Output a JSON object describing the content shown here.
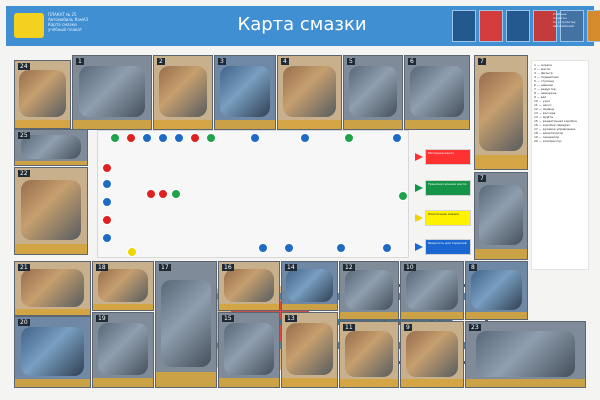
{
  "header": {
    "logo_title": "ПЛАКАТ № 25",
    "logo_lines": [
      "Автомобиль КамАЗ",
      "Карта смазки",
      "учебный плакат"
    ],
    "title": "Карта смазки",
    "side_lines": [
      "Учебные",
      "плакаты",
      "по устройству",
      "автомобилей"
    ]
  },
  "cells": [
    {
      "label": "1"
    },
    {
      "label": "2"
    },
    {
      "label": "3"
    },
    {
      "label": "4"
    },
    {
      "label": "5"
    },
    {
      "label": "6"
    },
    {
      "label": "7"
    },
    {
      "label": "8"
    },
    {
      "label": "9"
    },
    {
      "label": "10"
    },
    {
      "label": "11"
    },
    {
      "label": "12"
    },
    {
      "label": "13"
    },
    {
      "label": "14"
    },
    {
      "label": "15"
    },
    {
      "label": "16"
    },
    {
      "label": "17"
    },
    {
      "label": "18"
    },
    {
      "label": "19"
    },
    {
      "label": "20"
    },
    {
      "label": "21"
    },
    {
      "label": "22"
    },
    {
      "label": "23"
    },
    {
      "label": "24"
    },
    {
      "label": "25"
    }
  ],
  "legend": [
    {
      "text": "Моторное масло"
    },
    {
      "text": "Трансмиссионное масло"
    },
    {
      "text": "Пластичная смазка"
    },
    {
      "text": "Жидкость для тормозов"
    }
  ],
  "right_list": [
    "1 — смазка",
    "2 — масло",
    "3 — фильтр",
    "4 — подшипник",
    "5 — ступица",
    "6 — шарнир",
    "7 — редуктор",
    "8 — шкворень",
    "9 — вал",
    "10 — узел",
    "11 — насос",
    "12 — привод",
    "13 — рессора",
    "14 — муфта",
    "15 — раздаточная коробка",
    "16 — коробка передач",
    "17 — рулевое управление",
    "18 — амортизатор",
    "19 — генератор",
    "20 — компрессор"
  ]
}
